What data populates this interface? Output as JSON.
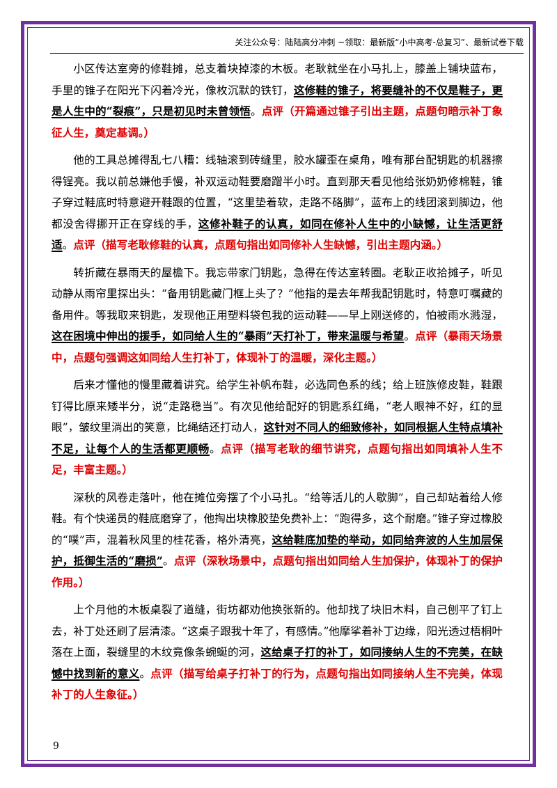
{
  "header": {
    "text": "关注公众号：陆陆高分冲刺  ~领取：最新版“小中高考-总复习”、最新试卷下载"
  },
  "paragraphs": [
    {
      "text": "小区传达室旁的修鞋摊，总支着块掉漆的木板。老耿就坐在小马扎上，膝盖上铺块蓝布，手里的锥子在阳光下闪着冷光，像枚沉默的铁钉，",
      "key": "这修鞋的锥子，将要缝补的不仅是鞋子，更是人生中的“裂痕”，只是初见时未曾领悟",
      "punct": "。",
      "note": "点评（开篇通过锥子引出主题，点题句暗示补丁象征人生，奠定基调。）"
    },
    {
      "text": "他的工具总摊得乱七八糟：线轴滚到砖缝里，胶水罐歪在桌角，唯有那台配钥匙的机器擦得锃亮。我以前总嫌他手慢，补双运动鞋要磨蹭半小时。直到那天看见他给张奶奶修棉鞋，锥子穿过鞋底时特意避开鞋跟的位置，“这里垫着软，走路不硌脚”，蓝布上的线团滚到脚边，他都没舍得挪开正在穿线的手，",
      "key": "这修补鞋子的认真，如同在修补人生中的小缺憾，让生活更舒适",
      "punct": "。",
      "note": "点评（描写老耿修鞋的认真，点题句指出如同修补人生缺憾，引出主题内涵。）"
    },
    {
      "text": "转折藏在暴雨天的屋檐下。我忘带家门钥匙，急得在传达室转圈。老耿正收拾摊子，听见动静从雨帘里探出头：“备用钥匙藏门框上头了？”他指的是去年帮我配钥匙时，特意叮嘱藏的备用件。等我取来钥匙，发现他正用塑料袋包我的运动鞋——早上刚送修的，怕被雨水溅湿，",
      "key": "这在困境中伸出的援手，如同给人生的“暴雨”天打补丁，带来温暖与希望",
      "punct": "。",
      "note": "点评（暴雨天场景中，点题句强调这如同给人生打补丁，体现补丁的温暖，深化主题。）"
    },
    {
      "text": "后来才懂他的慢里藏着讲究。给学生补帆布鞋，必选同色系的线；给上班族修皮鞋，鞋跟钉得比原来矮半分，说“走路稳当”。有次见他给配好的钥匙系红绳，“老人眼神不好，红的显眼”，皱纹里淌出的笑意，比绳结还打动人，",
      "key": "这针对不同人的细致修补，如同根据人生特点填补不足，让每个人的生活都更顺畅",
      "punct": "。",
      "note": "点评（描写老耿的细节讲究，点题句指出如同填补人生不足，丰富主题。）"
    },
    {
      "text": "深秋的风卷走落叶，他在摊位旁摆了个小马扎。“给等活儿的人歇脚”，自己却站着给人修鞋。有个快递员的鞋底磨穿了，他掏出块橡胶垫免费补上：“跑得多，这个耐磨。”锥子穿过橡胶的“噗”声，混着秋风里的桂花香，格外清亮，",
      "key": "这给鞋底加垫的举动，如同给奔波的人生加层保护，抵御生活的“磨损”",
      "punct": "。",
      "note": "点评（深秋场景中，点题句指出如同给人生加保护，体现补丁的保护作用。）"
    },
    {
      "text": "上个月他的木板桌裂了道缝，街坊都劝他换张新的。他却找了块旧木料，自己刨平了钉上去，补丁处还刷了层清漆。“这桌子跟我十年了，有感情。”他摩挲着补丁边缘，阳光透过梧桐叶落在上面，裂缝里的木纹竟像条蜿蜒的河，",
      "key": "这给桌子打的补丁，如同接纳人生的不完美，在缺憾中找到新的意义",
      "punct": "。",
      "note": "点评（描写给桌子打补丁的行为，点题句指出如同接纳人生不完美，体现补丁的人生象征。）"
    }
  ],
  "page_number": "9",
  "colors": {
    "frame": "#7030a0",
    "note": "#e00000"
  }
}
